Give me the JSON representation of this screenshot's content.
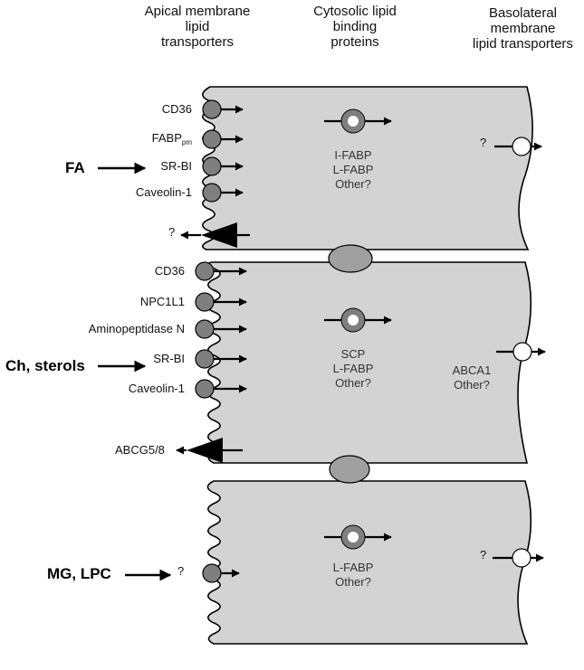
{
  "headers": {
    "apical": [
      "Apical membrane",
      "lipid",
      "transporters"
    ],
    "cytosolic": [
      "Cytosolic lipid",
      "binding",
      "proteins"
    ],
    "basolateral": [
      "Basolateral",
      "membrane",
      "lipid transporters"
    ]
  },
  "substrates": {
    "fa": "FA",
    "ch": "Ch, sterols",
    "mg": "MG, LPC"
  },
  "cell1": {
    "apical": [
      "CD36",
      "FABP",
      "SR-BI",
      "Caveolin-1"
    ],
    "fabp_sub": "pm",
    "efflux": "?",
    "cytosolic": [
      "I-FABP",
      "L-FABP",
      "Other?"
    ],
    "basolateral": "?"
  },
  "cell2": {
    "apical": [
      "CD36",
      "NPC1L1",
      "Aminopeptidase N",
      "SR-BI",
      "Caveolin-1"
    ],
    "efflux": "ABCG5/8",
    "cytosolic": [
      "SCP",
      "L-FABP",
      "Other?"
    ],
    "basolateral": [
      "ABCA1",
      "Other?"
    ]
  },
  "cell3": {
    "apical": "?",
    "cytosolic": [
      "L-FABP",
      "Other?"
    ],
    "basolateral": "?"
  },
  "colors": {
    "cell_fill": "#d3d3d3",
    "transporter_fill": "#7f7f7f",
    "outline": "#000000",
    "arrow": "#000000"
  }
}
